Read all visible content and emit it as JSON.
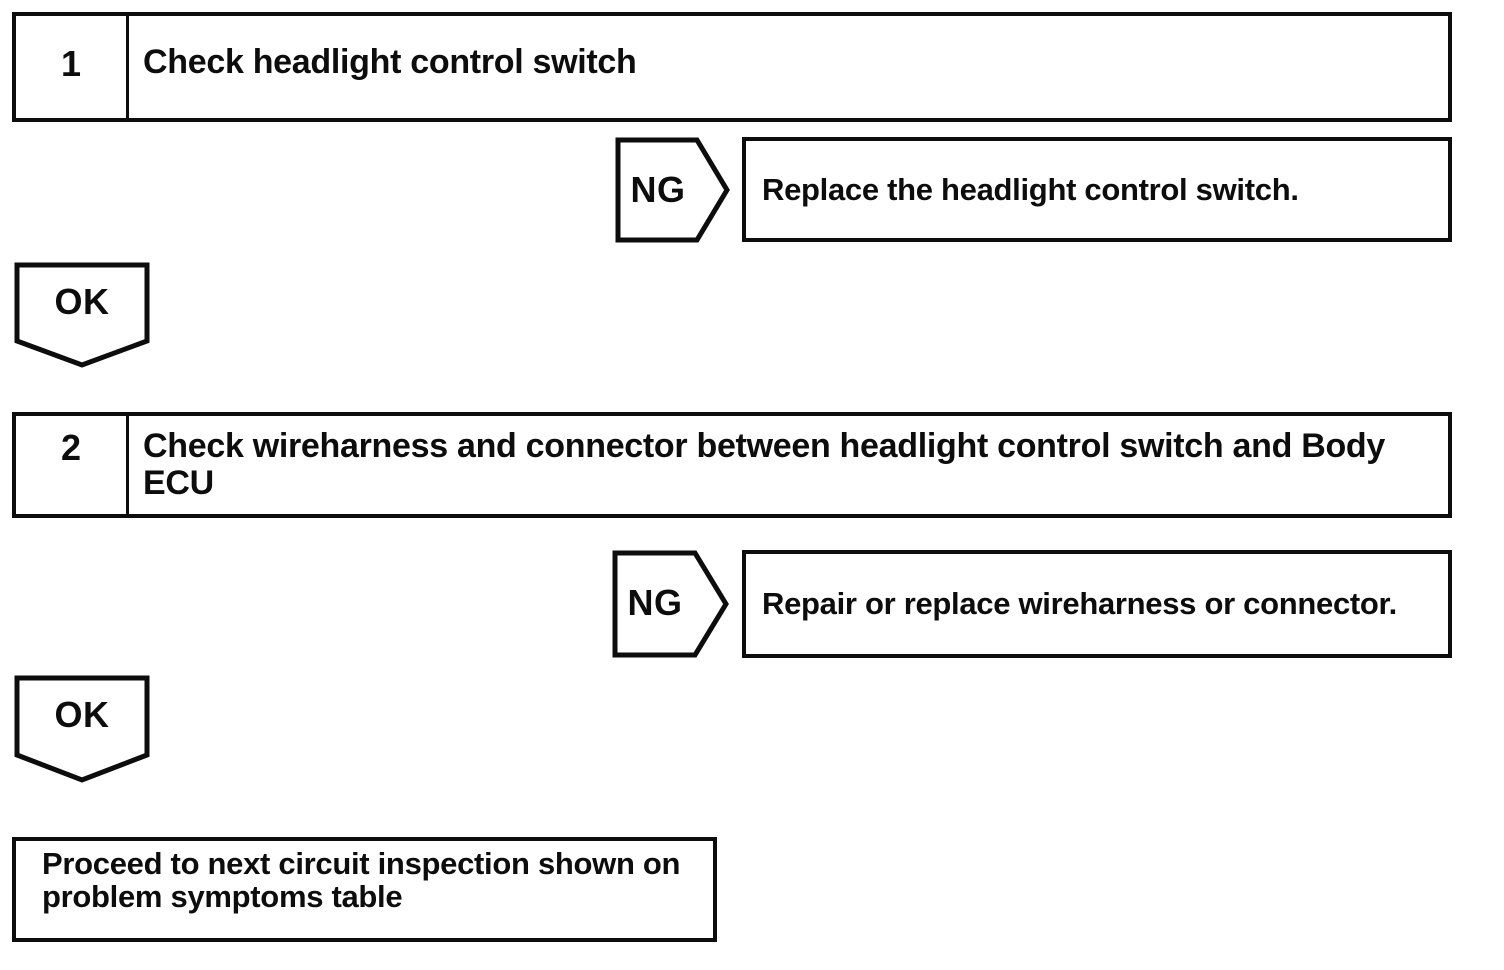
{
  "colors": {
    "ink": "#0d0d0d",
    "paper": "#ffffff"
  },
  "flowchart": {
    "steps": [
      {
        "number": "1",
        "title": "Check headlight control switch",
        "ng_label": "NG",
        "ng_action": "Replace the headlight control switch.",
        "ok_label": "OK"
      },
      {
        "number": "2",
        "title": "Check wireharness and connector between headlight control switch and Body\nECU",
        "ng_label": "NG",
        "ng_action": "Repair or replace wireharness or connector.",
        "ok_label": "OK"
      }
    ],
    "conclusion": "Proceed to next circuit inspection shown on\nproblem symptoms table"
  }
}
